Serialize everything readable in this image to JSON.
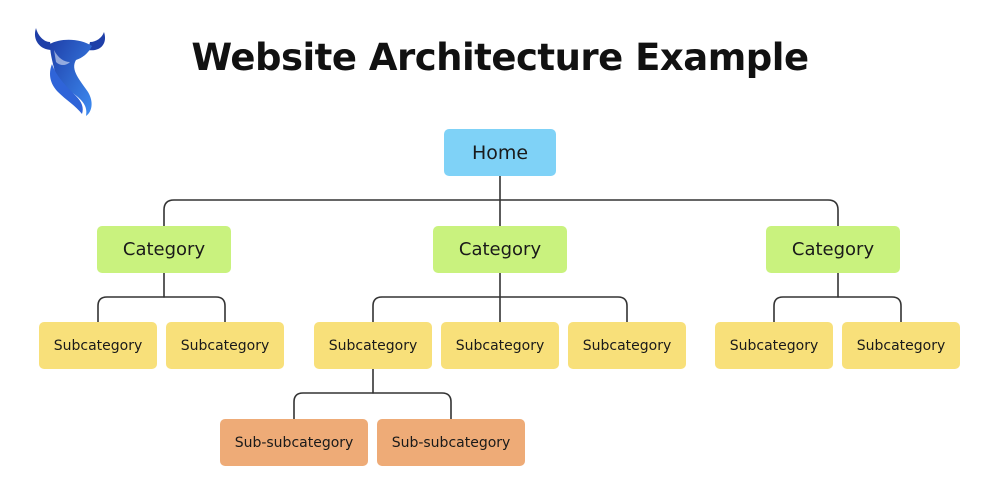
{
  "title": "Website Architecture Example",
  "logo_icon": "blue-flame-bull-logo",
  "colors": {
    "home": "#7fd2f7",
    "category": "#c9f27e",
    "subcategory": "#f8e07a",
    "sub_subcategory": "#eeab77",
    "connector": "#333333",
    "logo_blue": "#2a6fe0"
  },
  "tree": {
    "home": "Home",
    "categories": [
      {
        "label": "Category",
        "subcategories": [
          {
            "label": "Subcategory"
          },
          {
            "label": "Subcategory"
          }
        ]
      },
      {
        "label": "Category",
        "subcategories": [
          {
            "label": "Subcategory",
            "children": [
              "Sub-subcategory",
              "Sub-subcategory"
            ]
          },
          {
            "label": "Subcategory"
          },
          {
            "label": "Subcategory"
          }
        ]
      },
      {
        "label": "Category",
        "subcategories": [
          {
            "label": "Subcategory"
          },
          {
            "label": "Subcategory"
          }
        ]
      }
    ]
  }
}
